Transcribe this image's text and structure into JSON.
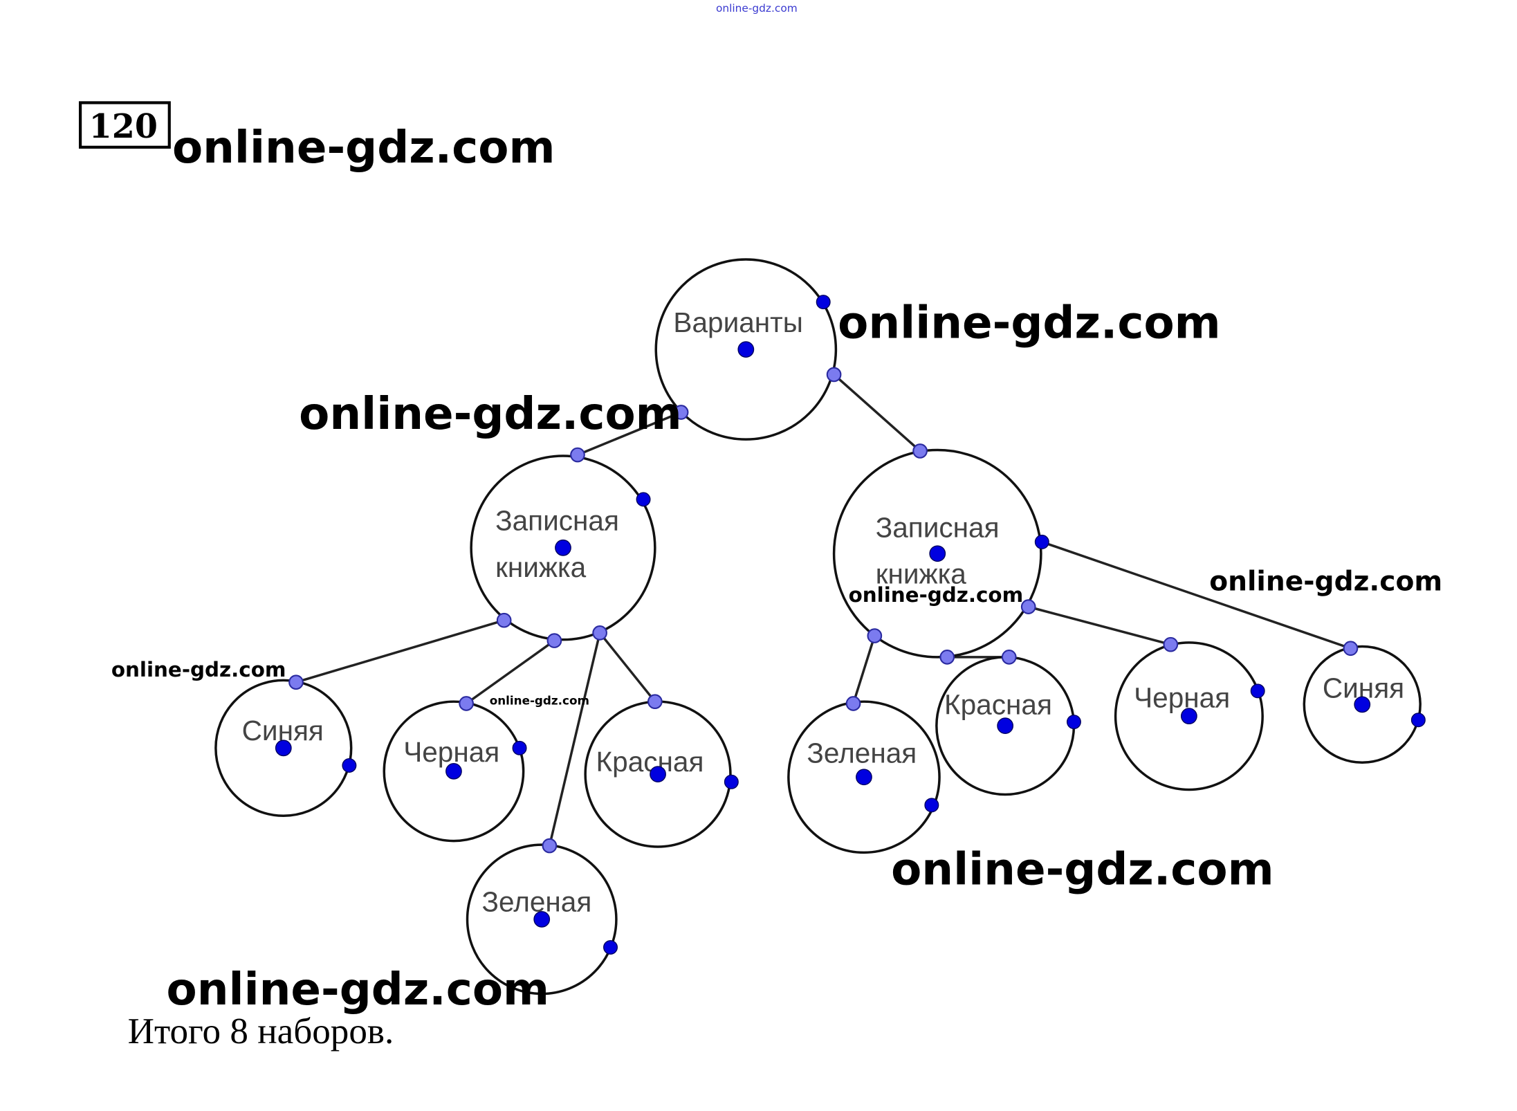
{
  "problem_number": "120",
  "watermark": "online-gdz.com",
  "header_watermark": "online-gdz.com",
  "tree": {
    "root": "Варианты",
    "notebook_left": [
      "Записная",
      "книжка"
    ],
    "notebook_right": [
      "Записная",
      "книжка"
    ],
    "left_leaves": [
      "Синяя",
      "Черная",
      "Красная",
      "Зеленая"
    ],
    "right_leaves": [
      "Зеленая",
      "Красная",
      "Черная",
      "Синяя"
    ]
  },
  "footer": "Итого 8 наборов.",
  "colors": {
    "point": "#0000e0",
    "point_light": "#7b7bef"
  }
}
